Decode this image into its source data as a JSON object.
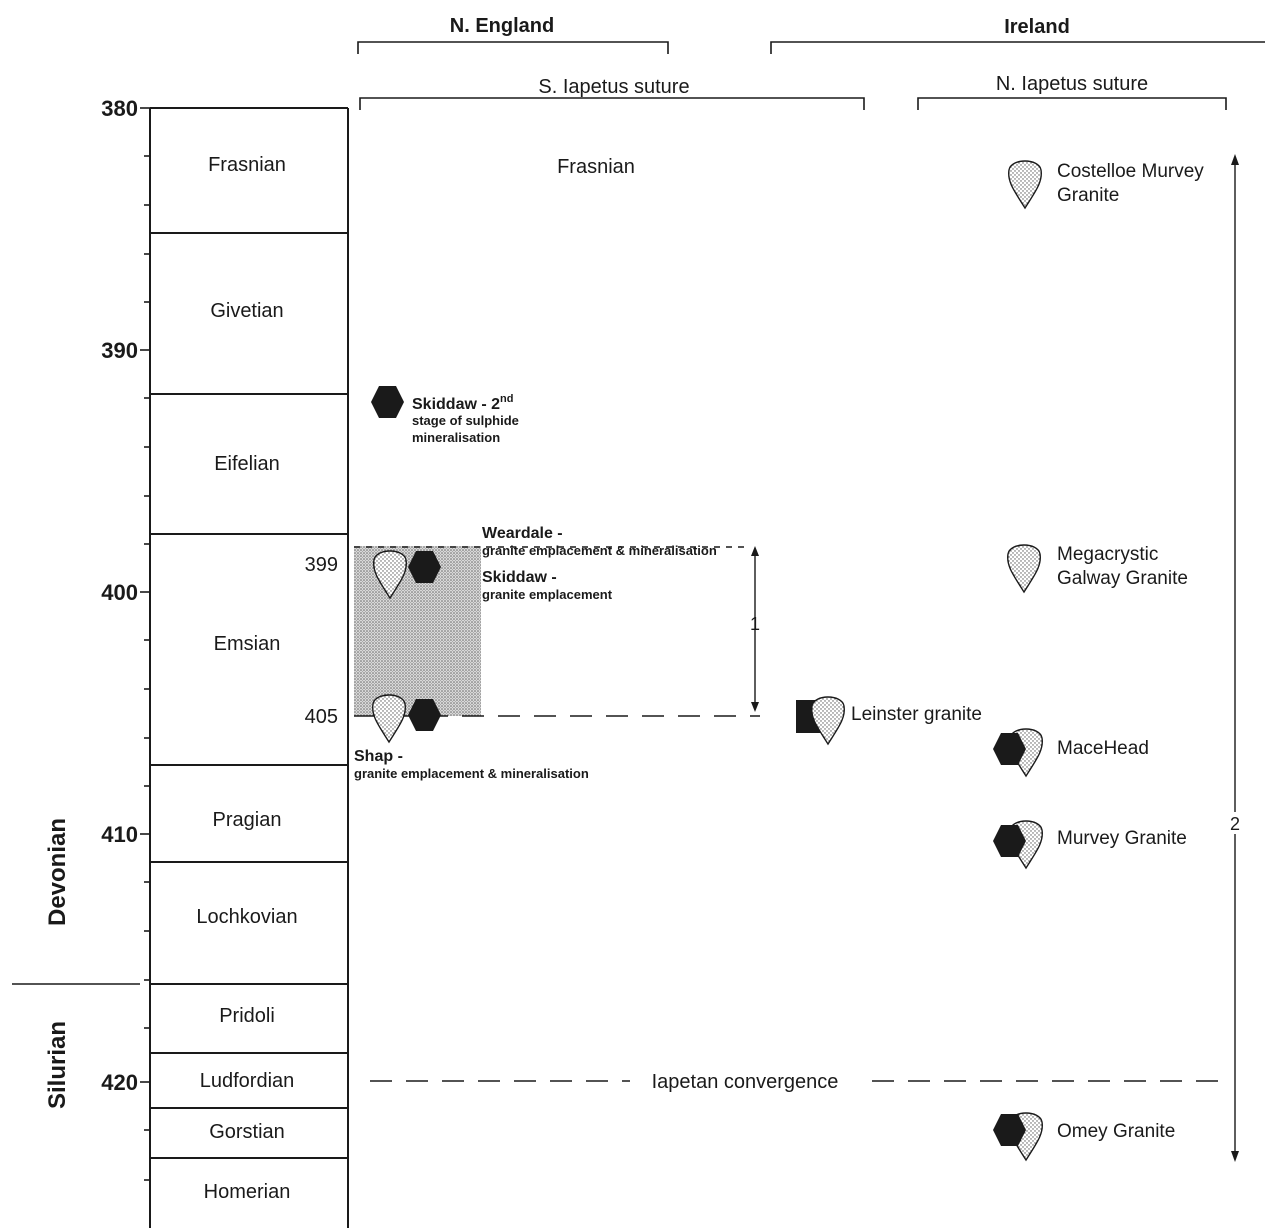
{
  "headers": {
    "n_england": "N. England",
    "ireland": "Ireland",
    "s_iapetus": "S. Iapetus suture",
    "n_iapetus": "N. Iapetus suture"
  },
  "age_ticks": [
    "380",
    "390",
    "400",
    "410",
    "420"
  ],
  "periods": {
    "devonian": "Devonian",
    "silurian": "Silurian"
  },
  "stages": [
    "Frasnian",
    "Givetian",
    "Eifelian",
    "Emsian",
    "Pragian",
    "Lochkovian",
    "Pridoli",
    "Ludfordian",
    "Gorstian",
    "Homerian"
  ],
  "emsian_ages": {
    "age_399": "399",
    "age_405": "405"
  },
  "frasnian_label": "Frasnian",
  "events": {
    "skiddaw_2": {
      "title": "Skiddaw - 2",
      "sup": "nd",
      "line2": "stage of sulphide",
      "line3": "mineralisation"
    },
    "weardale": {
      "title": "Weardale -",
      "sub": "granite emplacement & mineralisation"
    },
    "skiddaw_1": {
      "title": "Skiddaw -",
      "sub": "granite emplacement"
    },
    "shap": {
      "title": "Shap -",
      "sub": "granite emplacement & mineralisation"
    },
    "leinster": "Leinster  granite",
    "costelloe": [
      "Costelloe Murvey",
      "Granite"
    ],
    "galway": [
      "Megacrystic",
      "Galway Granite"
    ],
    "macehead": "MaceHead",
    "murvey": "Murvey  Granite",
    "omey": "Omey Granite",
    "iapetan": "Iapetan convergence"
  },
  "range_labels": {
    "range_1": "1",
    "range_2": "2"
  },
  "symbols": {
    "hexagon": "black hexagon (mineralisation)",
    "teardrop": "stippled teardrop (granite)",
    "square": "black square"
  }
}
